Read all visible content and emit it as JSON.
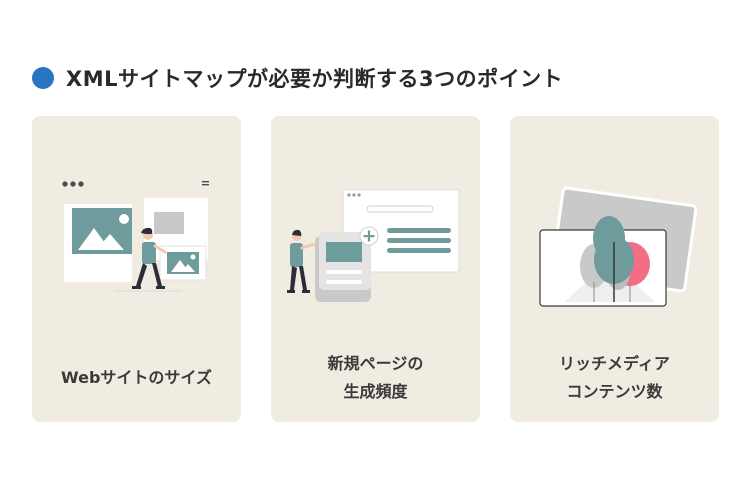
{
  "heading": {
    "text": "XMLサイトマップが必要か判断する3つのポイント",
    "dot_color": "#2a74c4"
  },
  "colors": {
    "card_bg": "#f0ece2",
    "teal": "#6e9b9b",
    "gray": "#c9c9c9",
    "accent": "#f46d86"
  },
  "cards": [
    {
      "lines": [
        "Webサイトのサイズ"
      ]
    },
    {
      "lines": [
        "新規ページの",
        "生成頻度"
      ]
    },
    {
      "lines": [
        "リッチメディア",
        "コンテンツ数"
      ]
    }
  ]
}
